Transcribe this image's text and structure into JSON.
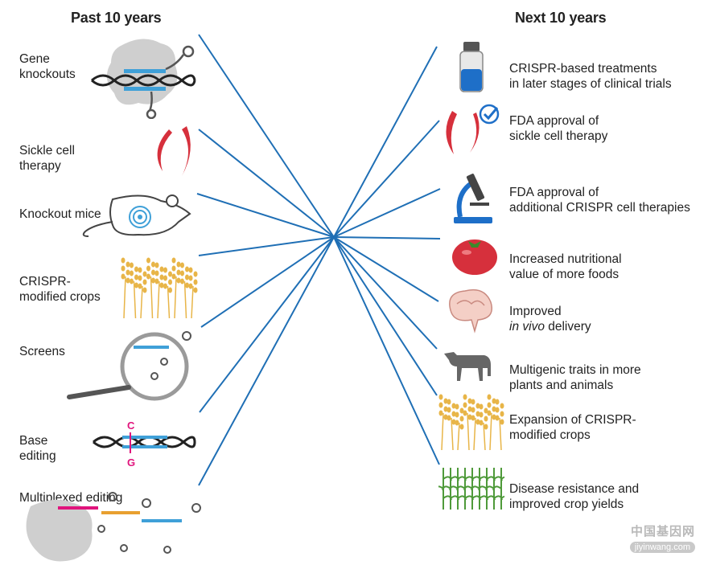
{
  "headers": {
    "left": "Past 10 years",
    "right": "Next 10 years"
  },
  "past": [
    {
      "line1": "Gene",
      "line2": "knockouts"
    },
    {
      "line1": "Sickle cell",
      "line2": "therapy"
    },
    {
      "line1": "Knockout mice",
      "line2": ""
    },
    {
      "line1": "CRISPR-",
      "line2": "modified crops"
    },
    {
      "line1": "Screens",
      "line2": ""
    },
    {
      "line1": "Base",
      "line2": "editing"
    },
    {
      "line1": "Multiplexed editing",
      "line2": ""
    }
  ],
  "base_labels": {
    "top": "C",
    "bottom": "G"
  },
  "future": [
    {
      "line1": "CRISPR-based treatments",
      "line2": "in later stages of clinical trials"
    },
    {
      "line1": "FDA approval of",
      "line2": "sickle cell therapy"
    },
    {
      "line1": "FDA approval of",
      "line2": "additional CRISPR cell therapies"
    },
    {
      "line1": "Increased nutritional",
      "line2": "value of more foods"
    },
    {
      "line1": "Improved",
      "line2_italic": "in vivo",
      "line2": " delivery"
    },
    {
      "line1": "Multigenic traits in more",
      "line2": "plants and animals"
    },
    {
      "line1": "Expansion of CRISPR-",
      "line2": "modified crops"
    },
    {
      "line1": "Disease resistance and",
      "line2": "improved crop yields"
    }
  ],
  "watermark": {
    "line1": "中国基因网",
    "line2": "jiyinwang.com"
  },
  "colors": {
    "line": "#1f6fb5",
    "cell": "#d6303c",
    "dna_blue": "#3fa0d8",
    "magenta": "#e0147c",
    "wheat": "#e8b548",
    "grey": "#c8c8c8"
  }
}
